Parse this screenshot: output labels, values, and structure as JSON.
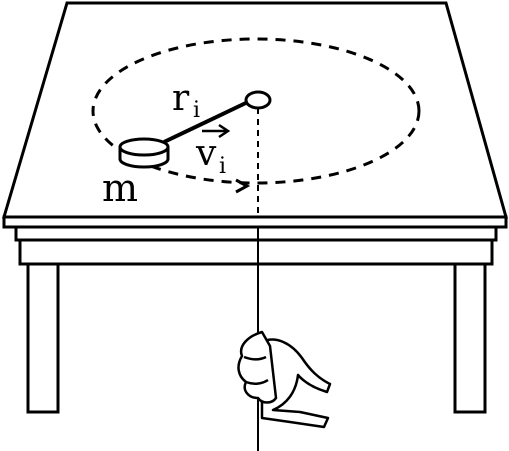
{
  "labels": {
    "radius": "r",
    "radius_sub": "i",
    "velocity": "v",
    "velocity_sub": "i",
    "mass": "m"
  },
  "colors": {
    "ink": "#000000",
    "background": "#ffffff"
  }
}
